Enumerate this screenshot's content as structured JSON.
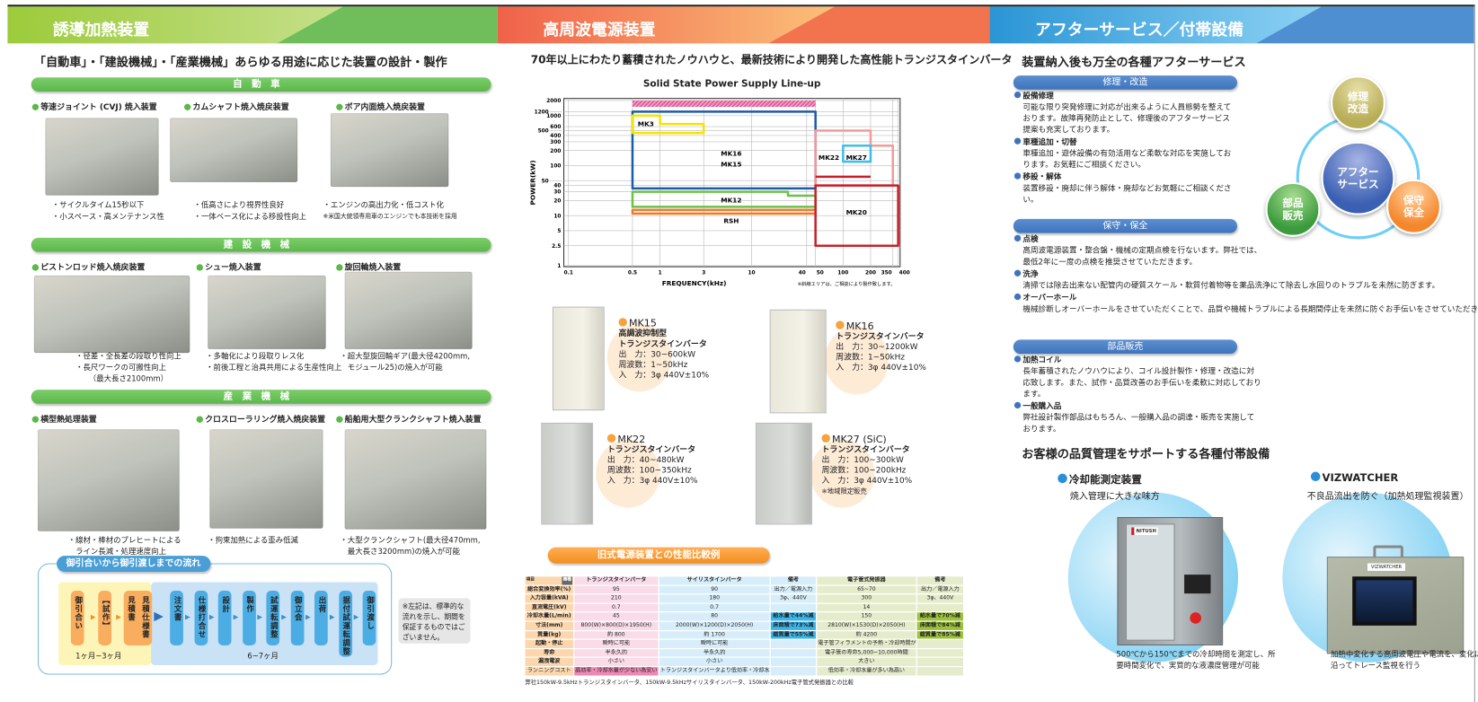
{
  "header": {
    "panels": [
      {
        "title": "誘導加熱装置",
        "color_from": "#9ccb3b",
        "color_to": "#c6e08c"
      },
      {
        "title": "高周波電源装置",
        "color_from": "#f0624a",
        "color_to": "#fbc27a"
      },
      {
        "title": "アフターサービス／付帯設備",
        "color_from": "#2a95d5",
        "color_to": "#8fd3f4"
      }
    ]
  },
  "left": {
    "headline": "「自動車」・「建設機械」・「産業機械」あらゆる用途に応じた装置の設計・製作",
    "sections": [
      {
        "title": "自動車",
        "items": [
          {
            "name": "等速ジョイント (CVJ) 焼入装置",
            "captions": [
              "・サイクルタイム15秒以下",
              "・小スペース・高メンテナンス性"
            ]
          },
          {
            "name": "カムシャフト焼入焼戻装置",
            "captions": [
              "・低高さにより視界性良好",
              "・一体ベース化による移設性向上"
            ]
          },
          {
            "name": "ボア内面焼入焼戻装置",
            "captions": [
              "・エンジンの高出力化・低コスト化",
              "※米国大統領専用車のエンジンでも本技術を採用"
            ]
          }
        ]
      },
      {
        "title": "建設機械",
        "items": [
          {
            "name": "ピストンロッド焼入焼戻装置",
            "captions": [
              "・径差・全長差の段取り性向上",
              "・長尺ワークの可搬性向上",
              "（最大長さ2100mm）"
            ]
          },
          {
            "name": "シュー焼入装置",
            "captions": [
              "・多軸化により段取りレス化",
              "・前後工程と治具共用による生産性向上"
            ]
          },
          {
            "name": "旋回輪焼入装置",
            "captions": [
              "・超大型旋回輪ギア(最大径4200mm,",
              "モジュール25)の焼入が可能"
            ]
          }
        ]
      },
      {
        "title": "産業機械",
        "items": [
          {
            "name": "横型熱処理装置",
            "captions": [
              "・線材・棒材のプレヒートによる",
              "ライン長減・処理速度向上"
            ]
          },
          {
            "name": "クロスローラリング焼入焼戻装置",
            "captions": [
              "・拘束加熱による歪み低減"
            ]
          },
          {
            "name": "船舶用大型クランクシャフト焼入装置",
            "captions": [
              "・大型クランクシャフト(最大径470mm,",
              "最大長さ3200mm)の焼入が可能"
            ]
          }
        ]
      }
    ],
    "flow": {
      "title": "御引合いから御引渡しまでの流れ",
      "pre_steps": [
        "御引合い",
        "【試作】",
        "見積書",
        "見積仕様書"
      ],
      "pre_duration": "1ヶ月~3ヶ月",
      "steps": [
        "注文書",
        "仕様打合せ",
        "設計",
        "製作",
        "試運転調整",
        "御立会",
        "出荷",
        "据付試運転調整",
        "御引渡し"
      ],
      "duration": "6~7ヶ月",
      "note": "※左記は、標準的な流れを示し、期間を保証するものではございません。"
    }
  },
  "middle": {
    "headline": "70年以上にわたり蓄積されたノウハウと、最新技術により開発した高性能トランジスタインバータ",
    "chart_data": {
      "type": "area",
      "title": "Solid State Power Supply Line-up",
      "xlabel": "FREQUENCY(kHz)",
      "ylabel": "POWER(kW)",
      "xscale": "log",
      "yscale": "log",
      "xlim": [
        0.1,
        400
      ],
      "ylim": [
        1,
        2000
      ],
      "xticks": [
        0.1,
        0.5,
        1,
        3,
        10,
        40,
        50,
        100,
        200,
        350,
        400
      ],
      "yticks": [
        1,
        2.5,
        5,
        10,
        20,
        30,
        40,
        50,
        100,
        200,
        300,
        400,
        500,
        600,
        1000,
        1200,
        2000
      ],
      "grid": true,
      "note": "※斜線エリアは、ご相談により製作致します。",
      "regions": [
        {
          "name": "",
          "color": "#e8609c",
          "hatched": true,
          "points": [
            [
              0.5,
              1500
            ],
            [
              50,
              1500
            ],
            [
              50,
              2000
            ],
            [
              0.5,
              2000
            ]
          ]
        },
        {
          "name": "MK16",
          "color": "#1d5aa8",
          "points": [
            [
              0.5,
              35
            ],
            [
              50,
              35
            ],
            [
              50,
              1200
            ],
            [
              0.5,
              1200
            ]
          ]
        },
        {
          "name": "MK15",
          "color": "#1d5aa8",
          "points": []
        },
        {
          "name": "MK3",
          "color": "#f5e400",
          "points": [
            [
              0.5,
              450
            ],
            [
              3,
              450
            ],
            [
              3,
              680
            ],
            [
              1,
              680
            ],
            [
              1,
              1000
            ],
            [
              0.5,
              1000
            ]
          ]
        },
        {
          "name": "MK12",
          "color": "#6cc04a",
          "points": [
            [
              0.5,
              15
            ],
            [
              50,
              15
            ],
            [
              50,
              25
            ],
            [
              25,
              25
            ],
            [
              25,
              30
            ],
            [
              0.5,
              30
            ]
          ]
        },
        {
          "name": "RSH",
          "color": "#f07a2a",
          "points": [
            [
              0.5,
              11
            ],
            [
              50,
              11
            ],
            [
              50,
              13
            ],
            [
              0.5,
              13
            ]
          ]
        },
        {
          "name": "MK22",
          "color": "#f39a9a",
          "points": [
            [
              50,
              40
            ],
            [
              350,
              40
            ],
            [
              350,
              250
            ],
            [
              200,
              250
            ],
            [
              200,
              500
            ],
            [
              50,
              500
            ]
          ]
        },
        {
          "name": "MK27",
          "color": "#40bde8",
          "points": [
            [
              100,
              120
            ],
            [
              200,
              120
            ],
            [
              200,
              250
            ],
            [
              100,
              250
            ]
          ]
        },
        {
          "name": "MK20",
          "color": "#c8202a",
          "points": [
            [
              50,
              2.5
            ],
            [
              400,
              2.5
            ],
            [
              400,
              40
            ],
            [
              50,
              40
            ]
          ],
          "extra_line": [
            [
              50,
              60
            ],
            [
              200,
              60
            ]
          ]
        }
      ]
    },
    "products": [
      {
        "name": "MK15",
        "subtitle": "高調波抑制型",
        "type": "トランジスタインバータ",
        "specs": [
          "出　力：30~600kW",
          "周波数：1~50kHz",
          "入　力：3φ 440V±10%"
        ]
      },
      {
        "name": "MK16",
        "type": "トランジスタインバータ",
        "specs": [
          "出　力：30~1200kW",
          "周波数：1~50kHz",
          "入　力：3φ 440V±10%"
        ]
      },
      {
        "name": "MK22",
        "type": "トランジスタインバータ",
        "specs": [
          "出　力：40~480kW",
          "周波数：100~350kHz",
          "入　力：3φ 440V±10%"
        ]
      },
      {
        "name": "MK27 (SiC)",
        "type": "トランジスタインバータ",
        "specs": [
          "出　力：100~300kW",
          "周波数：100~200kHz",
          "入　力：3φ 440V±10%"
        ],
        "note": "※地域限定販売"
      }
    ],
    "comparison": {
      "title": "旧式電源装置との性能比較例",
      "corner": [
        "項目",
        "機種"
      ],
      "headers": [
        "トランジスタインバータ",
        "サイリスタインバータ",
        "備考",
        "電子管式発振器",
        "備考"
      ],
      "rows": [
        [
          "総合変換効率(%)",
          "95",
          "90",
          "出力／電源入力",
          "65~70",
          "出力／電源入力"
        ],
        [
          "入力容量(kVA)",
          "210",
          "180",
          "3φ、440V",
          "300",
          "3φ、440V"
        ],
        [
          "直流電圧(kV)",
          "0.7",
          "0.7",
          "",
          "14",
          ""
        ],
        [
          "冷却水量(L/min)",
          "45",
          "80",
          "給水量で44%減",
          "150",
          "給水量で70%減"
        ],
        [
          "寸法(mm)",
          "800(W)×800(D)×1950(H)",
          "2000(W)×1200(D)×2050(H)",
          "床面積で73%減",
          "2810(W)×1530(D)×2050(H)",
          "床面積で84%減"
        ],
        [
          "質量(kg)",
          "約 800",
          "約 1700",
          "総質量で55%減",
          "約 4200",
          "総質量で85%減"
        ],
        [
          "起動・停止",
          "瞬時に可能",
          "瞬時に可能",
          "",
          "電子管フィラメントの予熱・冷却時間が必要",
          ""
        ],
        [
          "寿命",
          "半永久的",
          "半永久的",
          "",
          "電子管の寿命5,000~10,000時間",
          ""
        ],
        [
          "漏洩電波",
          "小さい",
          "小さい",
          "",
          "大きい",
          ""
        ],
        [
          "ランニングコスト",
          "高効率・冷却水量が少ない為安い",
          "トランジスタインバータより低効率・冷却水量が多い為高い",
          "",
          "低効率・冷却水量が多い為高い",
          ""
        ]
      ],
      "footnote": "弊社150kW-9.5kHzトランジスタインバータ、150kW-9.5kHzサイリスタインバータ、150kW-200kHz電子管式発振器との比較"
    }
  },
  "right": {
    "headline": "装置納入後も万全の各種アフターサービス",
    "sections": [
      {
        "title": "修理・改造",
        "items": [
          {
            "name": "設備修理",
            "text": "可能な限り突発修理に対応が出来るように人員態勢を整えております。故障再発防止として、修理後のアフターサービス提案も充実しております。"
          },
          {
            "name": "車種追加・切替",
            "text": "車種追加・遊休設備の有効活用など柔軟な対応を実施しております。お気軽にご相談ください。"
          },
          {
            "name": "移設・解体",
            "text": "装置移設・廃却に伴う解体・廃却などお気軽にご相談ください。"
          }
        ]
      },
      {
        "title": "保守・保全",
        "items": [
          {
            "name": "点検",
            "text": "高周波電源装置・整合盤・機械の定期点検を行ないます。弊社では、最低2年に一度の点検を推奨させていただきます。"
          },
          {
            "name": "洗浄",
            "text": "清掃では除去出来ない配管内の硬質スケール・軟質付着物等を薬品洗浄にて除去し水回りのトラブルを未然に防ぎます。"
          },
          {
            "name": "オーバーホール",
            "text": "機械診断しオーバーホールをさせていただくことで、品質や機械トラブルによる長期間停止を未然に防ぐお手伝いをさせていただきます。"
          }
        ]
      },
      {
        "title": "部品販売",
        "items": [
          {
            "name": "加熱コイル",
            "text": "長年蓄積されたノウハウにより、コイル設計製作・修理・改造に対応致します。また、試作・品質改善のお手伝いを柔軟に対応しております。"
          },
          {
            "name": "一般購入品",
            "text": "弊社設計製作部品はもちろん、一般購入品の調達・販売を実施しております。"
          }
        ]
      }
    ],
    "cycle": {
      "center": "アフターサービス",
      "nodes": [
        "修理改造",
        "保守保全",
        "部品販売"
      ]
    },
    "accessories": {
      "headline": "お客様の品質管理をサポートする各種付帯設備",
      "items": [
        {
          "name": "冷却能測定装置",
          "tagline": "焼入管理に大きな味方",
          "desc": "500℃から150℃までの冷却時間を測定し、所要時間変化で、実質的な液濃度管理が可能",
          "label": "NITUSH"
        },
        {
          "name": "VIZWATCHER",
          "tagline": "不良品流出を防ぐ（加熱処理監視装置）",
          "desc": "加熱中変化する高周波電圧や電流を、変化に沿ってトレース監視を行う",
          "label": "VIZWATCHER"
        }
      ]
    }
  }
}
